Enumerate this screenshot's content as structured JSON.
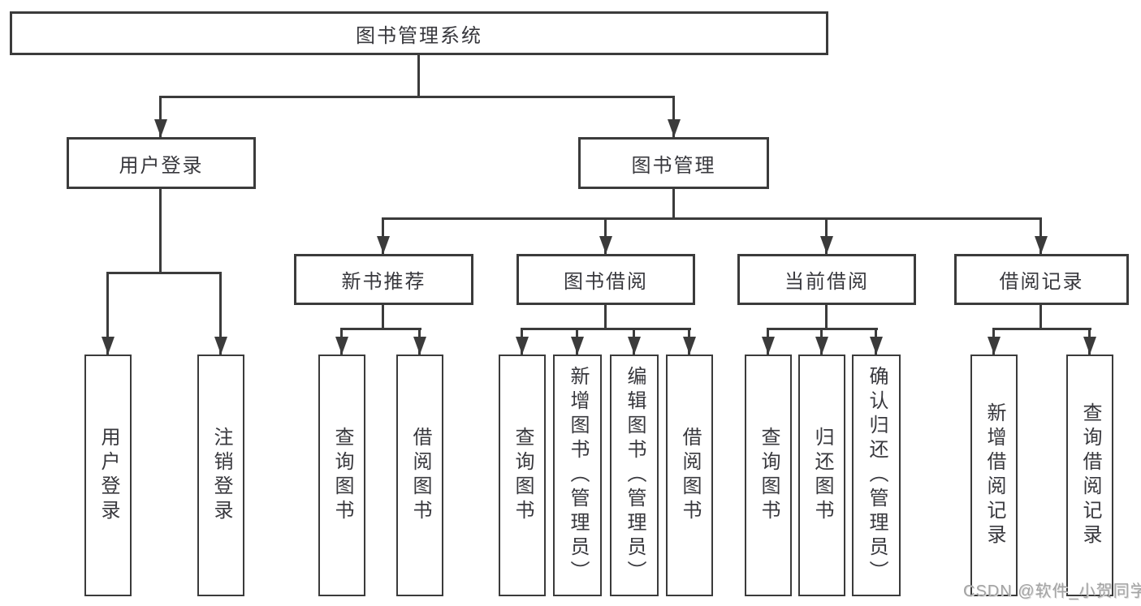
{
  "tree": {
    "root": {
      "label": "图书管理系统",
      "children": [
        {
          "label": "用户登录",
          "children": [
            {
              "label": "用户登录"
            },
            {
              "label": "注销登录"
            }
          ]
        },
        {
          "label": "图书管理",
          "children": [
            {
              "label": "新书推荐",
              "children": [
                {
                  "label": "查询图书"
                },
                {
                  "label": "借阅图书"
                }
              ]
            },
            {
              "label": "图书借阅",
              "children": [
                {
                  "label": "查询图书"
                },
                {
                  "label": "新增图书（管理员）"
                },
                {
                  "label": "编辑图书（管理员）"
                },
                {
                  "label": "借阅图书"
                }
              ]
            },
            {
              "label": "当前借阅",
              "children": [
                {
                  "label": "查询图书"
                },
                {
                  "label": "归还图书"
                },
                {
                  "label": "确认归还（管理员）"
                }
              ]
            },
            {
              "label": "借阅记录",
              "children": [
                {
                  "label": "新增借阅记录"
                },
                {
                  "label": "查询借阅记录"
                }
              ]
            }
          ]
        }
      ]
    }
  },
  "watermark": {
    "text": "CSDN @软件_小贺同学"
  },
  "colors": {
    "line": "#3b3b3b",
    "text": "#38383d",
    "background": "#ffffff",
    "watermark": "#a3a3a3"
  }
}
